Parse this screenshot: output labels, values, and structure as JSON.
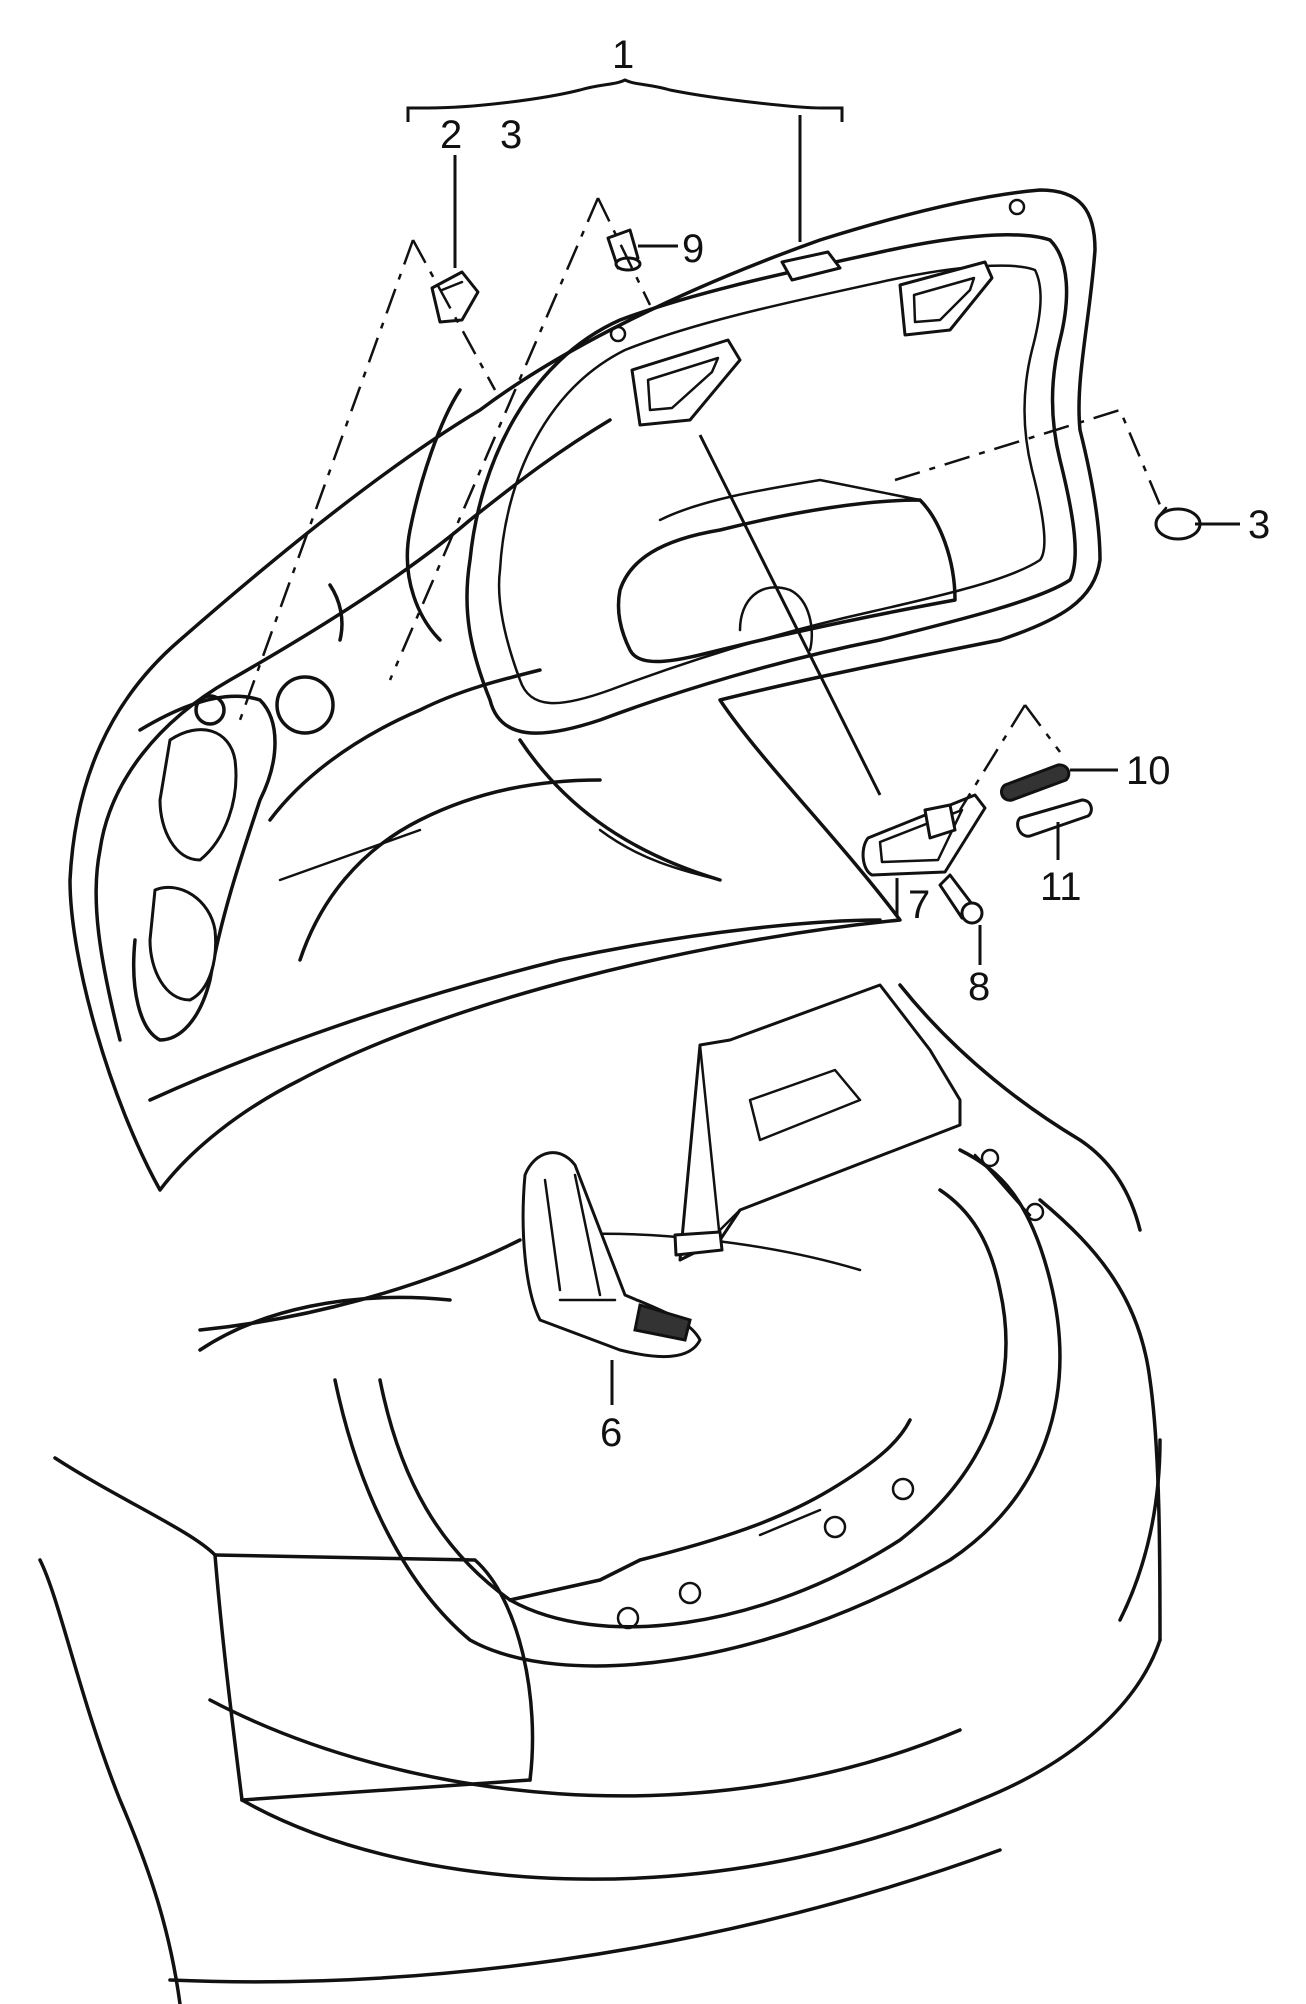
{
  "callouts": {
    "c1": "1",
    "c2": "2",
    "c3_top": "3",
    "c3_right": "3",
    "c6": "6",
    "c7": "7",
    "c8": "8",
    "c9": "9",
    "c10": "10",
    "c11": "11"
  }
}
